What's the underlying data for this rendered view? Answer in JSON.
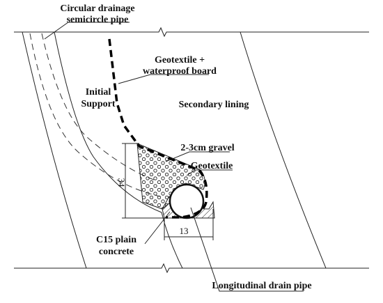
{
  "diagram": {
    "labels": {
      "drainage_line1": "Circular drainage",
      "drainage_line2": "semicircle pipe",
      "geotextile_board_line1": "Geotextile +",
      "geotextile_board_line2": "waterproof board",
      "initial_support_line1": "Initial",
      "initial_support_line2": "Support",
      "secondary_lining": "Secondary lining",
      "gravel": "2-3cm gravel",
      "geotextile": "Geotextile",
      "c15_line1": "C15 plain",
      "c15_line2": "concrete",
      "longitudinal_pipe": "Longitudinal drain pipe"
    },
    "dimensions": {
      "height": "34",
      "width": "13"
    }
  }
}
